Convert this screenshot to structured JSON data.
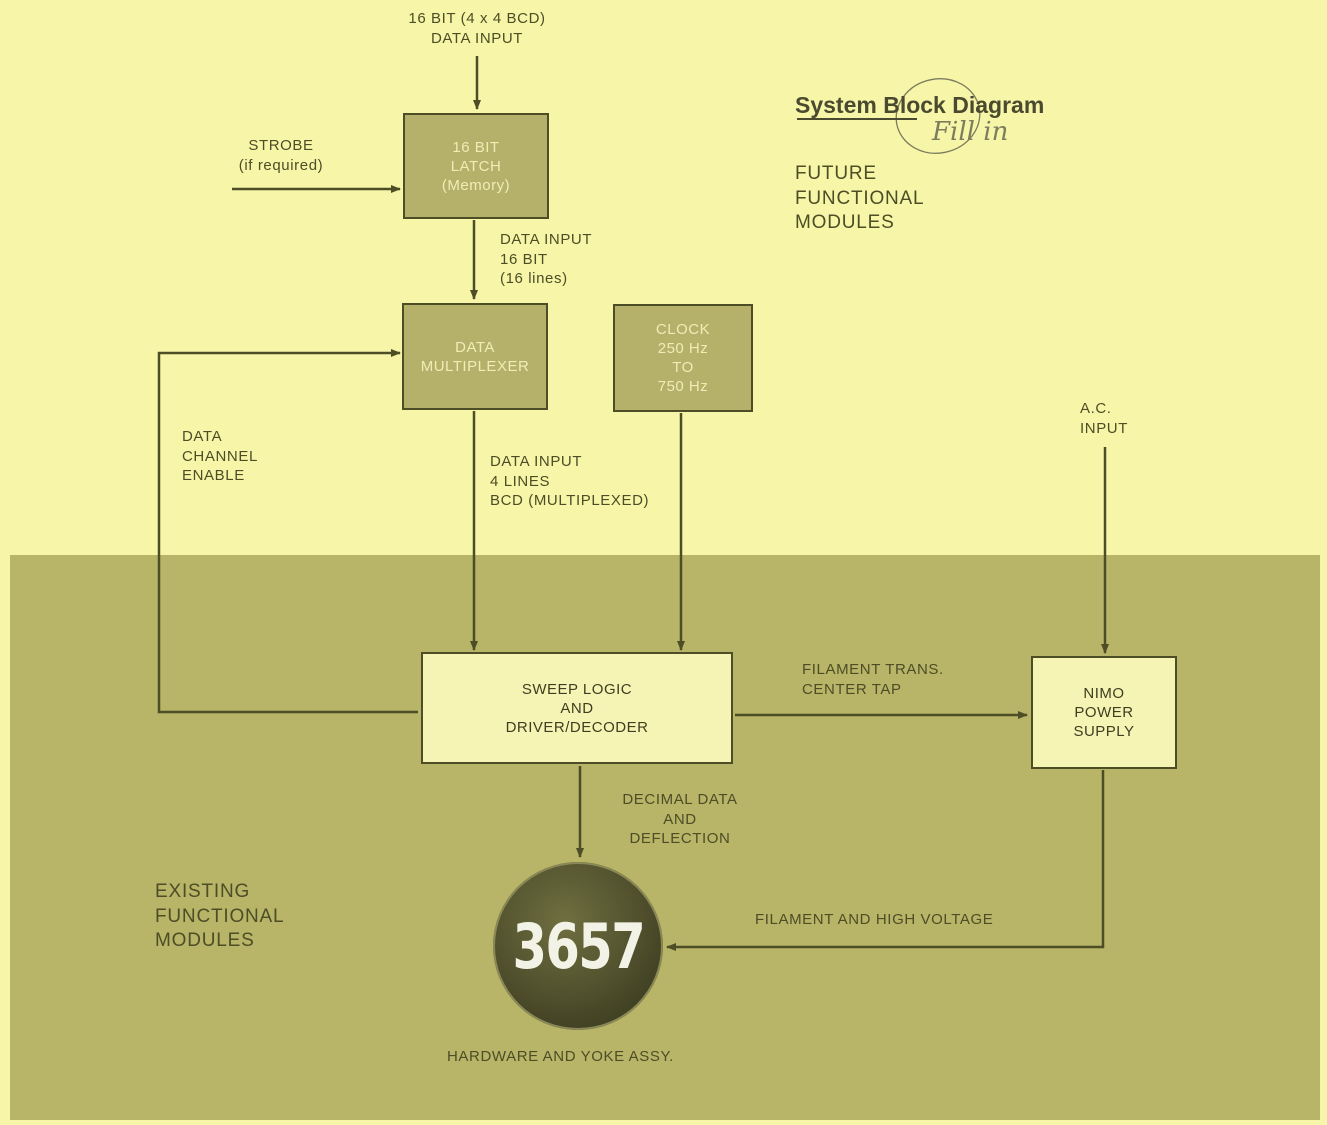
{
  "title": "System Block Diagram",
  "handwritten_note": "Fill in",
  "sections": {
    "future": [
      "FUTURE",
      "FUNCTIONAL",
      "MODULES"
    ],
    "existing": [
      "EXISTING",
      "FUNCTIONAL",
      "MODULES"
    ]
  },
  "blocks": {
    "latch": [
      "16 BIT",
      "LATCH",
      "(Memory)"
    ],
    "multiplexer": [
      "DATA",
      "MULTIPLEXER"
    ],
    "clock": [
      "CLOCK",
      "250 Hz",
      "TO",
      "750 Hz"
    ],
    "sweep": [
      "SWEEP LOGIC",
      "AND",
      "DRIVER/DECODER"
    ],
    "nimo": [
      "NIMO",
      "POWER",
      "SUPPLY"
    ],
    "display_number": "3657"
  },
  "labels": {
    "data_input_top": [
      "16 BIT (4 x 4 BCD)",
      "DATA INPUT"
    ],
    "strobe": [
      "STROBE",
      "(if required)"
    ],
    "data_input_16": [
      "DATA INPUT",
      "16 BIT",
      "(16 lines)"
    ],
    "data_channel_enable": [
      "DATA",
      "CHANNEL",
      "ENABLE"
    ],
    "data_input_4": [
      "DATA INPUT",
      "4 LINES",
      "BCD (MULTIPLEXED)"
    ],
    "ac_input": [
      "A.C.",
      "INPUT"
    ],
    "filament_trans": [
      "FILAMENT TRANS.",
      "CENTER TAP"
    ],
    "decimal_data": [
      "DECIMAL DATA",
      "AND",
      "DEFLECTION"
    ],
    "filament_hv": "FILAMENT AND HIGH VOLTAGE",
    "hardware": "HARDWARE AND YOKE ASSY."
  },
  "colors": {
    "future_background": "#f7f6a8",
    "existing_background": "#b8b468",
    "line": "#4d4d26"
  }
}
